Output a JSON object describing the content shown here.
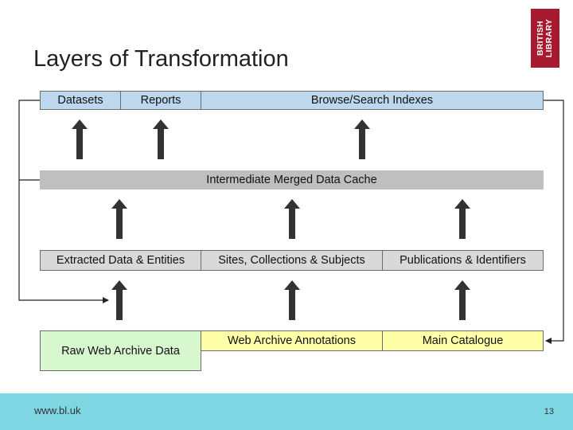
{
  "slide": {
    "title": "Layers of Transformation",
    "logo_text": "BRITISH\nLIBRARY"
  },
  "diagram": {
    "top_row": [
      "Datasets",
      "Reports",
      "Browse/Search Indexes"
    ],
    "cache_bar": "Intermediate Merged Data Cache",
    "middle_row": [
      "Extracted Data & Entities",
      "Sites, Collections & Subjects",
      "Publications & Identifiers"
    ],
    "bottom_row": [
      "Raw Web Archive Data",
      "Web Archive Annotations",
      "Main Catalogue"
    ]
  },
  "footer": {
    "url": "www.bl.uk",
    "page_number": "13"
  },
  "colors": {
    "output_layer": "#bdd7ee",
    "cache_layer": "#bfbfbf",
    "extraction_layer": "#d9d9d9",
    "source_annotations": "#ffffa8",
    "raw_data": "#d7f8cf",
    "brand": "#a6192e",
    "footer_band": "#7fd6e3",
    "arrow": "#333333"
  }
}
